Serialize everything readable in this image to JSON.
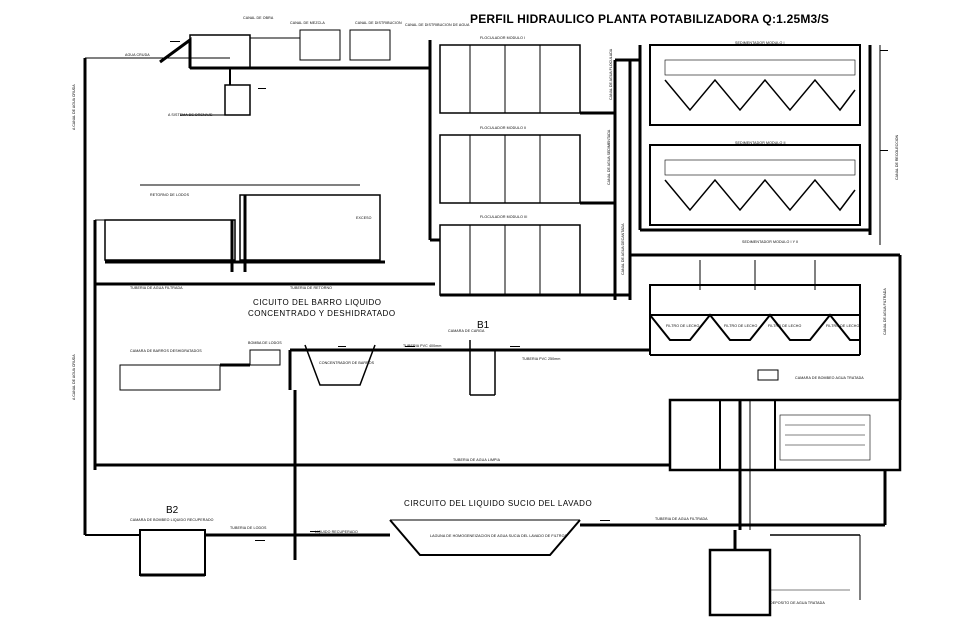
{
  "drawing": {
    "title": "PERFIL HIDRAULICO PLANTA POTABILIZADORA Q:1.25M3/S"
  },
  "sections": {
    "sludge_circuit_line1": "CICUITO DEL BARRO LIQUIDO",
    "sludge_circuit_line2": "CONCENTRADO Y DESHIDRATADO",
    "wash_circuit": "CIRCUITO DEL LIQUIDO SUCIO DEL LAVADO"
  },
  "markers": {
    "b1": "B1",
    "b2": "B2"
  },
  "labels": {
    "inlet_weir": "CANAL DE OBRA",
    "mix_channel_1": "CANAL DE MEZCLA",
    "mix_channel_2": "CANAL DE DISTRIBUCION",
    "mix_channel_3": "CANAL DE DISTRIBUCION DE AGUA",
    "source_raw": "AGUA CRUDA",
    "sludge_drain": "A SISTEMA DE DRENAJE",
    "sludge_return": "RETORNO DE LODOS",
    "flocculator_1": "FLOCULADOR MODULO I",
    "flocculator_2": "FLOCULADOR MODULO II",
    "flocculator_3": "FLOCULADOR MODULO III",
    "settler_1": "SEDIMENTADOR MODULO I",
    "settler_2": "SEDIMENTADOR MODULO II",
    "settler_3": "SEDIMENTADOR MODULO I Y II",
    "filter_1": "FILTRO DE LECHO",
    "filter_2": "FILTRO DE LECHO",
    "filter_3": "FILTRO DE LECHO",
    "filter_4": "FILTRO DE LECHO",
    "thickener": "CONCENTRADOR DE BARROS",
    "sludge_tank": "CAMARA DE BARROS DESHIDRATADOS",
    "filtered_tank": "CAMARA DE CARGA",
    "wash_pond": "LAGUNA DE HOMOGENEIZACION DE AGUA SUCIA DEL LAVADO DE FILTROS",
    "liquid_chamber": "CAMARA DE BOMBEO LIQUIDO RECUPERADO",
    "pump_room": "CAMARA DE BOMBEO AGUA TRATADA",
    "storage": "DEPOSITO DE AGUA TRATADA",
    "pipe_main": "TUBERIA PVC 400mm",
    "pipe_sludge": "TUBERIA DE AGUA FILTRADA",
    "pipe_return": "TUBERIA DE RETORNO",
    "pipe_wash": "TUBERIA PVC 250mm",
    "pipe_clean": "TUBERIA DE AGUA LIMPIA",
    "pipe_filtered": "TUBERIA DE AGUA FILTRADA",
    "left_column_1": "A CANAL DE AGUA CRUDA",
    "left_column_2": "A CANAL DE AGUA CRUDA",
    "mid_column_1": "CANAL DE AGUA FLOCULADA",
    "mid_column_2": "CANAL DE AGUA SEDIMENTADA",
    "mid_column_3": "CANAL DE AGUA DECANTADA",
    "right_column_1": "CANAL DE RECOLECCION",
    "right_column_2": "CANAL DE AGUA FILTRADA",
    "sludge_pump": "BOMBA DE LODOS",
    "sludge_line_label": "TUBERIA DE LODOS",
    "liquid_line_label": "LIQUIDO RECUPERADO",
    "excess_label": "EXCESO"
  }
}
